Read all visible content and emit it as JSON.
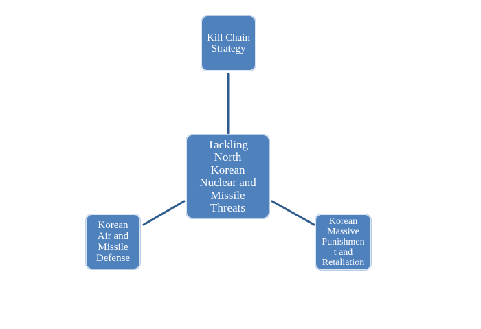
{
  "colors": {
    "node_fill": "#4f81bd",
    "connector": "#2d5a8c",
    "node_text": "#ffffff",
    "background": "#ffffff"
  },
  "diagram": {
    "center": {
      "text": "Tackling\nNorth\nKorean\nNuclear and\nMissile\nThreats"
    },
    "branches": [
      {
        "text": "Kill Chain\nStrategy"
      },
      {
        "text": "Korean\nAir and\nMissile\nDefense"
      },
      {
        "text": "Korean\nMassive\nPunishmen\nt and\nRetaliation"
      }
    ]
  }
}
